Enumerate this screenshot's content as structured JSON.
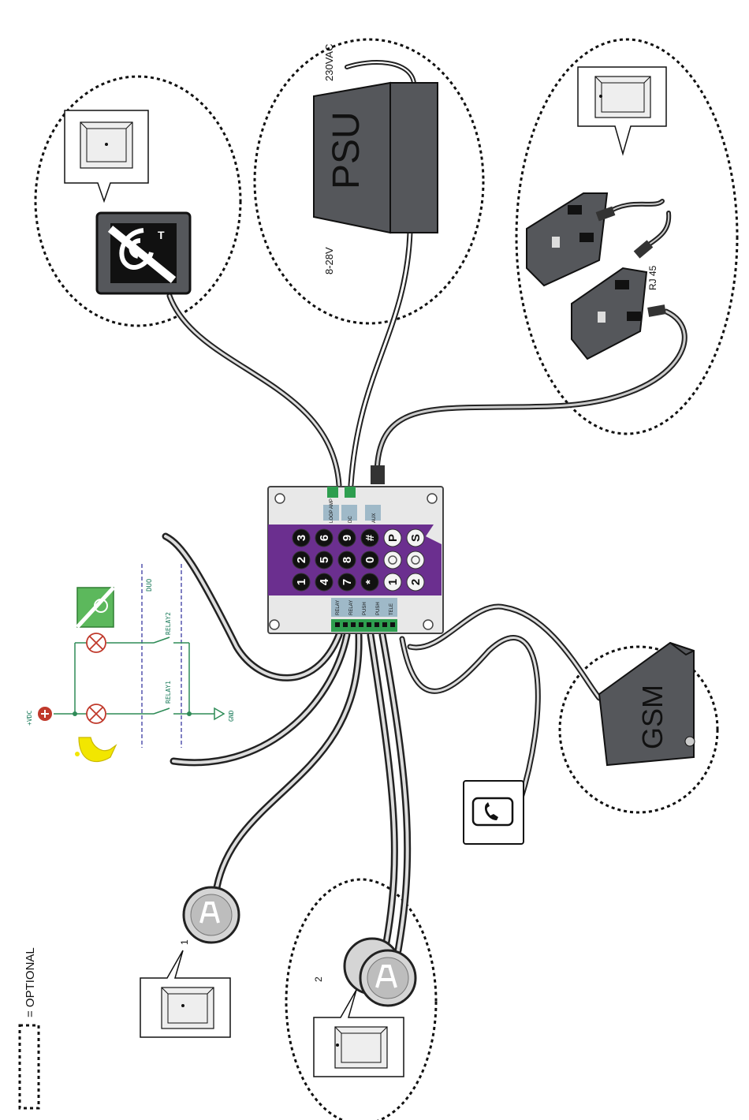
{
  "labels": {
    "mains_voltage": "230VAC",
    "psu": "PSU",
    "dc_voltage": "8-28V",
    "rj45": "RJ 45",
    "gsm": "GSM",
    "duo": "DUO",
    "relay2": "RELAY2",
    "relay1": "RELAY1",
    "vdc": "+VDC",
    "gnd": "GND",
    "loop_1": "1",
    "loop_2": "2",
    "optional": "= OPTIONAL"
  },
  "connectors": {
    "top": [
      "LOOP AMP",
      "DC",
      "AUX"
    ],
    "bottom": [
      "RELAY",
      "RELAY",
      "PUSH",
      "PUSH",
      "TELE"
    ]
  },
  "keypad": {
    "keys": [
      [
        "1",
        "2",
        "3"
      ],
      [
        "4",
        "5",
        "6"
      ],
      [
        "7",
        "8",
        "9"
      ],
      [
        "*",
        "0",
        "#"
      ],
      [
        "1",
        "",
        "P"
      ],
      [
        "2",
        "",
        "S"
      ]
    ]
  },
  "colors": {
    "purple": "#6b2f8f",
    "device": "#55575b",
    "terminal_green": "#2e9e4f",
    "schematic_green": "#1a7a5a",
    "bell_yellow": "#f2e600"
  }
}
